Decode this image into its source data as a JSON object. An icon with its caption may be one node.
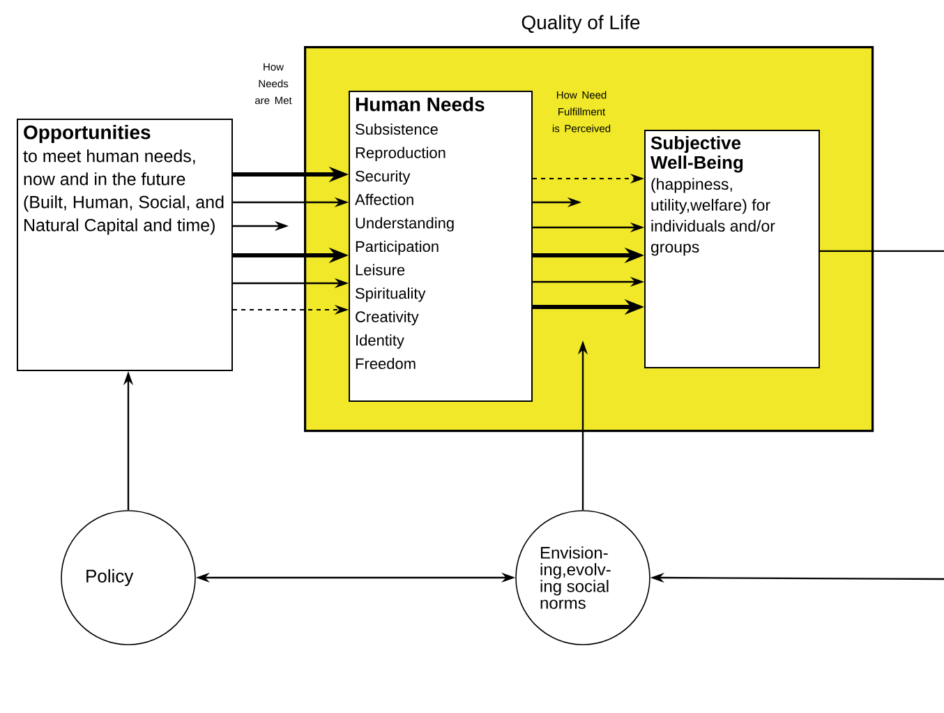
{
  "diagram": {
    "nodes": [
      {
        "text": [
          "Quality of Life"
        ]
      },
      {
        "text": [
          "Opportunities",
          "to meet human needs, now and in the future (Built, Human, Social, and Natural Capital and time)"
        ]
      },
      {
        "text": [
          "Human Needs",
          "Subsistence",
          "Reproduction",
          "Security",
          "Affection",
          "Understanding",
          "Participation",
          "Leisure",
          "Spirituality",
          "Creativity",
          "Identity",
          "Freedom"
        ],
        "in": 0
      },
      {
        "text": [
          "Subjective Well-Being",
          "(happiness, utility,welfare) for individuals and/or groups"
        ],
        "in": 0
      },
      {
        "text": [
          "Policy"
        ]
      },
      {
        "text": [
          "Envision-ing,evolv-ing social norms"
        ]
      }
    ],
    "edges": [
      {
        "from": 1,
        "to": 2,
        "arrow": "to",
        "style": "thick"
      },
      {
        "from": 1,
        "to": 2,
        "arrow": "to"
      },
      {
        "from": 1,
        "to": null,
        "arrow": "to"
      },
      {
        "from": 1,
        "to": 2,
        "arrow": "to",
        "style": "thick"
      },
      {
        "from": 1,
        "to": 2,
        "arrow": "to"
      },
      {
        "from": 1,
        "to": 2,
        "arrow": "to",
        "style": "dashed"
      },
      {
        "from": 2,
        "to": 3,
        "arrow": "to",
        "style": "dashed"
      },
      {
        "from": 2,
        "to": null,
        "arrow": "to"
      },
      {
        "from": 2,
        "to": 3,
        "arrow": "to"
      },
      {
        "from": 2,
        "to": 3,
        "arrow": "to",
        "style": "thick"
      },
      {
        "from": 2,
        "to": 3,
        "arrow": "to"
      },
      {
        "from": 2,
        "to": 3,
        "arrow": "to",
        "style": "thick"
      },
      {
        "from": 3,
        "to": null,
        "arrow": "none"
      },
      {
        "from": null,
        "to": 5,
        "arrow": "to"
      },
      {
        "from": 4,
        "to": 5,
        "arrow": "both"
      },
      {
        "from": 4,
        "to": 1,
        "arrow": "to"
      },
      {
        "from": 5,
        "to": null,
        "arrow": "to"
      }
    ],
    "labels": [
      "How Needs are Met",
      "How Need Fulfillment is Perceived"
    ]
  }
}
